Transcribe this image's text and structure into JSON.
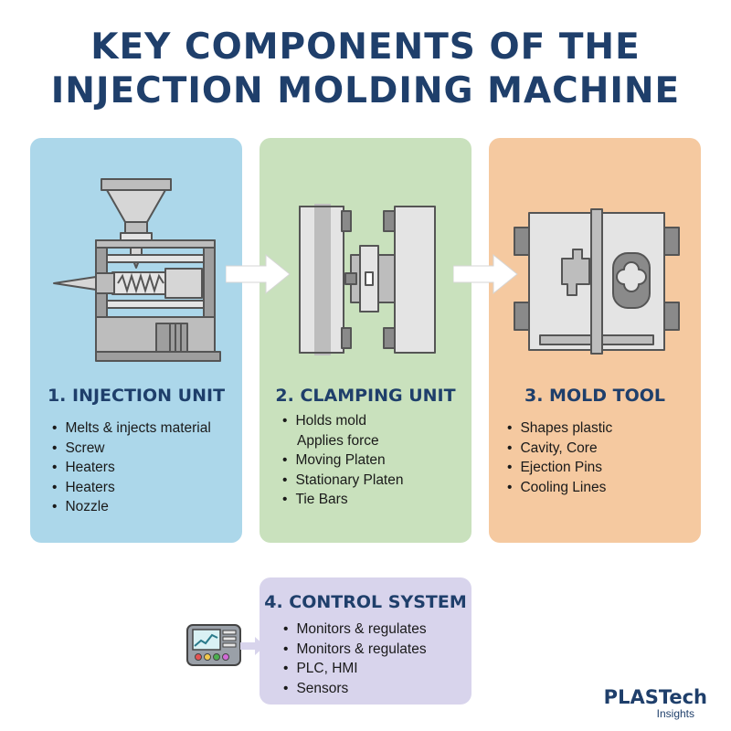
{
  "title": {
    "line1": "KEY COMPONENTS OF THE",
    "line2": "INJECTION MOLDING MACHINE"
  },
  "panels": [
    {
      "heading": "1. INJECTION UNIT",
      "color": "#acd7ea",
      "items": [
        "Melts & injects material",
        "Screw",
        "Heaters",
        "Heaters",
        "Nozzle"
      ]
    },
    {
      "heading": "2. CLAMPING UNIT",
      "color": "#c9e1bd",
      "items": [
        "Holds mold",
        "Applies force",
        "Moving Platen",
        "Stationary Platen",
        "Tie Bars"
      ]
    },
    {
      "heading": "3. MOLD TOOL",
      "color": "#f5c9a0",
      "items": [
        "Shapes plastic",
        "Cavity, Core",
        "Ejection Pins",
        "Cooling Lines"
      ]
    },
    {
      "heading": "4. CONTROL SYSTEM",
      "color": "#d8d4ec",
      "items": [
        "Monitors & regulates",
        "Monitors & regulates",
        "PLC, HMI",
        "Sensors"
      ]
    }
  ],
  "brand": {
    "main": "PLASTech",
    "sub": "Insights"
  },
  "colors": {
    "heading": "#1f3f6b",
    "metal_light": "#e4e4e4",
    "metal_dark": "#8a8a8a",
    "outline": "#555555"
  },
  "icons": [
    "injection-unit-illustration",
    "clamping-unit-illustration",
    "mold-tool-illustration",
    "control-panel-icon",
    "arrow-right-icon"
  ]
}
